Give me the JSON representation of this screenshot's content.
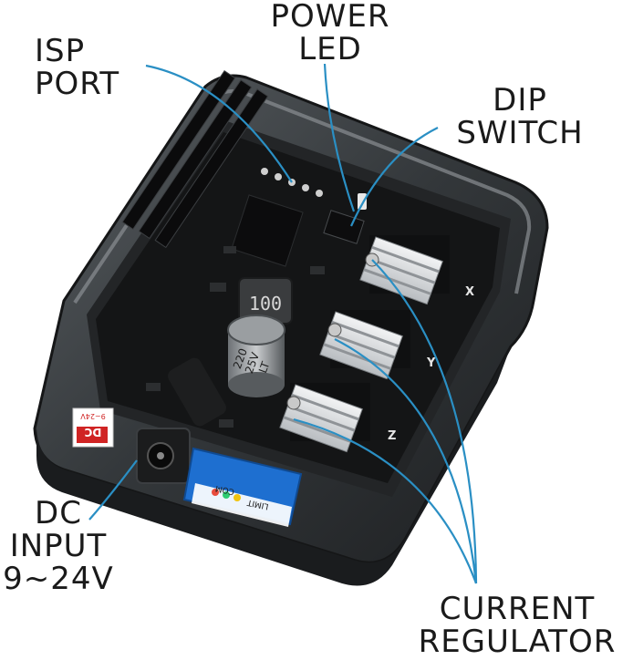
{
  "labels": {
    "isp_port": [
      "ISP",
      "PORT"
    ],
    "power_led": [
      "POWER",
      "LED"
    ],
    "dip_switch": [
      "DIP",
      "SWITCH"
    ],
    "dc_input": [
      "DC",
      "INPUT",
      "9~24V"
    ],
    "current_regulator": [
      "CURRENT",
      "REGULATOR"
    ]
  },
  "board_markings": {
    "inductor": "100",
    "capacitor_top": "220",
    "capacitor_mid": "25V",
    "capacitor_bot": "LT",
    "dc_tag": "DC",
    "dc_range": "9~24V",
    "connector_label": "COM",
    "connector_label2": "LIMIT",
    "axis_x": "X",
    "axis_y": "Y",
    "axis_z": "Z"
  },
  "colors": {
    "leader_line": "#2a8fc4",
    "case_dark": "#2a2d30",
    "case_edge": "#4a4f53",
    "pcb": "#141516",
    "heatsink": "#d9dcdf",
    "connector_blue": "#1e6fd0",
    "dc_tag_red": "#d02424"
  }
}
